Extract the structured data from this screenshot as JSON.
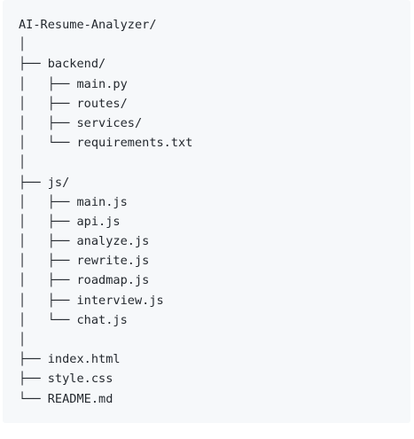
{
  "tree": {
    "lines": [
      "AI-Resume-Analyzer/",
      "│",
      "├── backend/",
      "│   ├── main.py",
      "│   ├── routes/",
      "│   ├── services/",
      "│   └── requirements.txt",
      "│",
      "├── js/",
      "│   ├── main.js",
      "│   ├── api.js",
      "│   ├── analyze.js",
      "│   ├── rewrite.js",
      "│   ├── roadmap.js",
      "│   ├── interview.js",
      "│   └── chat.js",
      "│",
      "├── index.html",
      "├── style.css",
      "└── README.md"
    ]
  }
}
